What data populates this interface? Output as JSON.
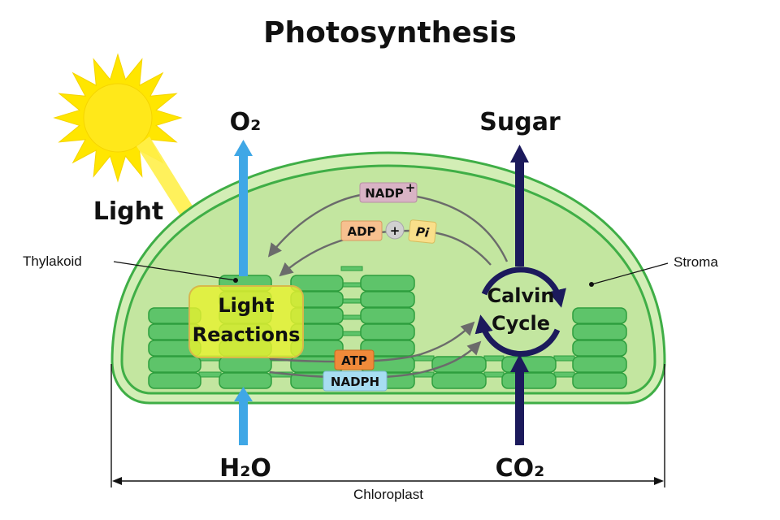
{
  "title": "Photosynthesis",
  "labels": {
    "light": "Light",
    "oxygen": "O₂",
    "sugar": "Sugar",
    "water": "H₂O",
    "carbon_dioxide": "CO₂",
    "thylakoid": "Thylakoid",
    "stroma": "Stroma",
    "chloroplast": "Chloroplast"
  },
  "light_reactions": {
    "line1": "Light",
    "line2": "Reactions"
  },
  "calvin_cycle": {
    "line1": "Calvin",
    "line2": "Cycle"
  },
  "chips": {
    "nadp": "NADP",
    "nadp_sup": "+",
    "adp": "ADP",
    "plus": "+",
    "pi": "Pi",
    "atp": "ATP",
    "nadph": "NADPH"
  },
  "colors": {
    "sun": "#FFE600",
    "sun_core": "#FFE81A",
    "chloroplast_fill": "#C3E6A0",
    "chloroplast_edge": "#3FAE46",
    "thylakoid_fill": "#5EC46A",
    "thylakoid_edge": "#2E9E3E",
    "o2_h2o_arrow": "#3FA7E6",
    "sugar_co2_arrow": "#1C1A5C",
    "light_box": "#E6F230",
    "nadp_chip": "#D9B3C5",
    "adp_chip": "#F7C08F",
    "pi_chip": "#F9DF8A",
    "atp_chip": "#F08A3A",
    "nadph_chip": "#A7DDF2"
  }
}
